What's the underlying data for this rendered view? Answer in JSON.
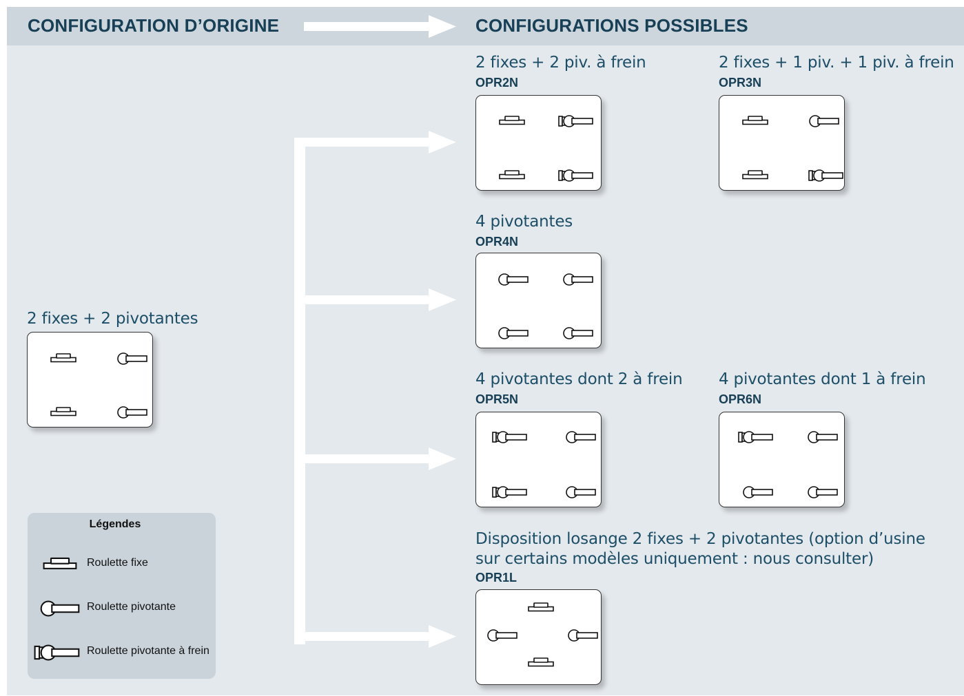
{
  "header": {
    "origin_label": "CONFIGURATION D’ORIGINE",
    "possible_label": "CONFIGURATIONS POSSIBLES"
  },
  "origin": {
    "title": "2 fixes + 2 pivotantes",
    "casters": [
      "fixe",
      "pivotante",
      "fixe",
      "pivotante"
    ]
  },
  "configs": [
    {
      "title": "2 fixes + 2 piv. à frein",
      "code": "OPR2N",
      "casters": [
        "fixe",
        "pivotante-frein",
        "fixe",
        "pivotante-frein"
      ]
    },
    {
      "title": "2 fixes + 1 piv. + 1 piv. à frein",
      "code": "OPR3N",
      "casters": [
        "fixe",
        "pivotante",
        "fixe",
        "pivotante-frein"
      ]
    },
    {
      "title": "4 pivotantes",
      "code": "OPR4N",
      "casters": [
        "pivotante",
        "pivotante",
        "pivotante",
        "pivotante"
      ]
    },
    {
      "title": "4 pivotantes dont 2 à frein",
      "code": "OPR5N",
      "casters": [
        "pivotante-frein",
        "pivotante",
        "pivotante-frein",
        "pivotante"
      ]
    },
    {
      "title": "4 pivotantes dont 1 à frein",
      "code": "OPR6N",
      "casters": [
        "pivotante-frein",
        "pivotante",
        "pivotante",
        "pivotante"
      ]
    },
    {
      "title_line1": "Disposition losange 2 fixes + 2 pivotantes (option d’usine",
      "title_line2": "sur certains modèles uniquement : nous consulter)",
      "code": "OPR1L",
      "casters": [
        "fixe",
        "pivotante",
        "pivotante",
        "fixe"
      ]
    }
  ],
  "legend": {
    "title": "Légendes",
    "items": [
      {
        "icon": "fixed-caster-icon",
        "label": "Roulette fixe"
      },
      {
        "icon": "swivel-caster-icon",
        "label": "Roulette pivotante"
      },
      {
        "icon": "swivel-brake-caster-icon",
        "label": "Roulette pivotante à frein"
      }
    ]
  },
  "colors": {
    "panel": "#e4e9ed",
    "header": "#cdd6dd",
    "title": "#1d4e67",
    "code": "#173f55",
    "legend_bg": "#cad3da"
  }
}
